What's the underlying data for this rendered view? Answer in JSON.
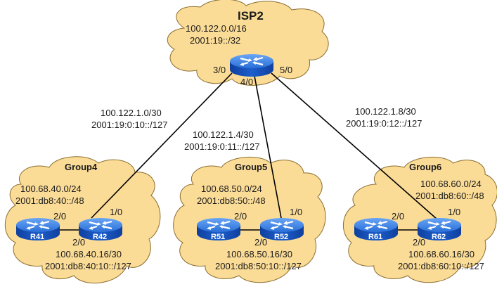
{
  "colors": {
    "cloud_fill": "#fbdc97",
    "cloud_stroke": "#8a6d2f",
    "router_top": "#3d7fe0",
    "router_side": "#1550b8",
    "link": "#000000"
  },
  "isp": {
    "name": "ISP2",
    "ipv4_prefix": "100.122.0.0/16",
    "ipv6_prefix": "2001:19::/32",
    "router_icon": "router-icon",
    "ports": [
      "3/0",
      "4/0",
      "5/0"
    ]
  },
  "links": [
    {
      "from": "ISP2:3/0",
      "to": "R42:1/0",
      "ipv4": "100.122.1.0/30",
      "ipv6": "2001:19:0:10::/127"
    },
    {
      "from": "ISP2:4/0",
      "to": "R52:1/0",
      "ipv4": "100.122.1.4/30",
      "ipv6": "2001:19:0:11::/127"
    },
    {
      "from": "ISP2:5/0",
      "to": "R62:1/0",
      "ipv4": "100.122.1.8/30",
      "ipv6": "2001:19:0:12::/127"
    }
  ],
  "groups": [
    {
      "name": "Group4",
      "ipv4_prefix": "100.68.40.0/24",
      "ipv6_prefix": "2001:db8:40::/48",
      "internal_ipv4": "100.68.40.16/30",
      "internal_ipv6": "2001:db8:40:10::/127",
      "routers": [
        {
          "name": "R41",
          "port": "2/0"
        },
        {
          "name": "R42",
          "port": "2/0",
          "uplink_port": "1/0"
        }
      ]
    },
    {
      "name": "Group5",
      "ipv4_prefix": "100.68.50.0/24",
      "ipv6_prefix": "2001:db8:50::/48",
      "internal_ipv4": "100.68.50.16/30",
      "internal_ipv6": "2001:db8:50:10::/127",
      "routers": [
        {
          "name": "R51",
          "port": "2/0"
        },
        {
          "name": "R52",
          "port": "2/0",
          "uplink_port": "1/0"
        }
      ]
    },
    {
      "name": "Group6",
      "ipv4_prefix": "100.68.60.0/24",
      "ipv6_prefix": "2001:db8:60::/48",
      "internal_ipv4": "100.68.60.16/30",
      "internal_ipv6": "2001:db8:60:10::/127",
      "routers": [
        {
          "name": "R61",
          "port": "2/0"
        },
        {
          "name": "R62",
          "port": "2/0",
          "uplink_port": "1/0"
        }
      ]
    }
  ]
}
